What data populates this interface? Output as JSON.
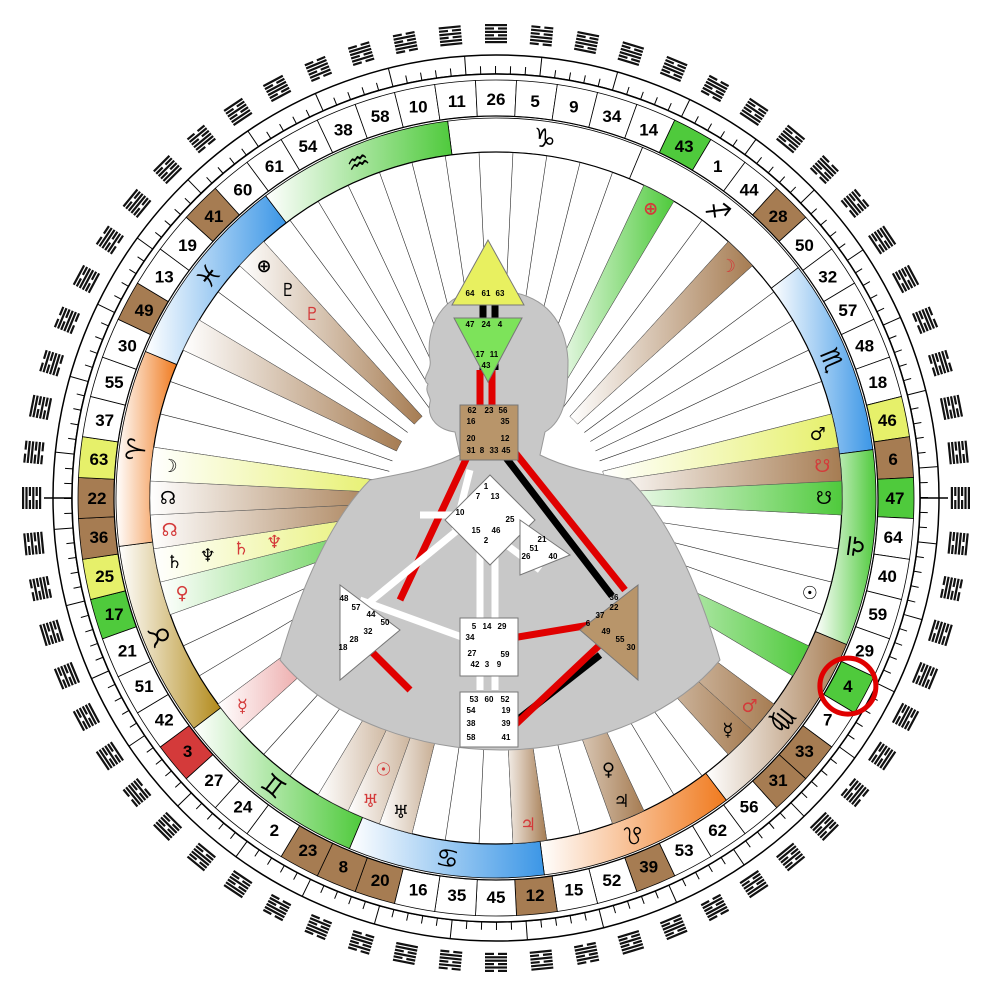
{
  "colors": {
    "green": "#4fca3c",
    "yellow": "#e6f06a",
    "blue": "#3b96e6",
    "orange": "#f07a1e",
    "tan": "#a67c52",
    "red": "#d43a3a",
    "brown_ochre": "#b28a1a",
    "conscious_red": "#e00000",
    "design_black": "#000000",
    "defined_channel_red": "#e00000",
    "highlight_circle": "#e00000",
    "center_tan": "#b8956a",
    "center_green": "#7de35a",
    "center_yellow": "#e8f060",
    "body_gray": "#c8c8c8",
    "gate_dot": "#5b2d8e"
  },
  "wheel": {
    "gates": [
      {
        "gate": "10",
        "color": "white"
      },
      {
        "gate": "11",
        "color": "white"
      },
      {
        "gate": "26",
        "color": "white"
      },
      {
        "gate": "5",
        "color": "white"
      },
      {
        "gate": "9",
        "color": "white"
      },
      {
        "gate": "34",
        "color": "white"
      },
      {
        "gate": "14",
        "color": "white"
      },
      {
        "gate": "43",
        "color": "green"
      },
      {
        "gate": "1",
        "color": "white"
      },
      {
        "gate": "44",
        "color": "white"
      },
      {
        "gate": "28",
        "color": "tan"
      },
      {
        "gate": "50",
        "color": "white"
      },
      {
        "gate": "32",
        "color": "white"
      },
      {
        "gate": "57",
        "color": "white"
      },
      {
        "gate": "48",
        "color": "white"
      },
      {
        "gate": "18",
        "color": "white"
      },
      {
        "gate": "46",
        "color": "yellow"
      },
      {
        "gate": "6",
        "color": "tan"
      },
      {
        "gate": "47",
        "color": "green"
      },
      {
        "gate": "64",
        "color": "white"
      },
      {
        "gate": "40",
        "color": "white"
      },
      {
        "gate": "59",
        "color": "white"
      },
      {
        "gate": "29",
        "color": "white"
      },
      {
        "gate": "4",
        "color": "green"
      },
      {
        "gate": "7",
        "color": "white"
      },
      {
        "gate": "33",
        "color": "tan"
      },
      {
        "gate": "31",
        "color": "tan"
      },
      {
        "gate": "56",
        "color": "white"
      },
      {
        "gate": "62",
        "color": "white"
      },
      {
        "gate": "53",
        "color": "white"
      },
      {
        "gate": "39",
        "color": "tan"
      },
      {
        "gate": "52",
        "color": "white"
      },
      {
        "gate": "15",
        "color": "white"
      },
      {
        "gate": "12",
        "color": "tan"
      },
      {
        "gate": "45",
        "color": "white"
      },
      {
        "gate": "35",
        "color": "white"
      },
      {
        "gate": "16",
        "color": "white"
      },
      {
        "gate": "20",
        "color": "tan"
      },
      {
        "gate": "8",
        "color": "tan"
      },
      {
        "gate": "23",
        "color": "tan"
      },
      {
        "gate": "2",
        "color": "white"
      },
      {
        "gate": "24",
        "color": "white"
      },
      {
        "gate": "27",
        "color": "white"
      },
      {
        "gate": "3",
        "color": "red"
      },
      {
        "gate": "42",
        "color": "white"
      },
      {
        "gate": "51",
        "color": "white"
      },
      {
        "gate": "21",
        "color": "white"
      },
      {
        "gate": "17",
        "color": "green"
      },
      {
        "gate": "25",
        "color": "yellow"
      },
      {
        "gate": "36",
        "color": "tan"
      },
      {
        "gate": "22",
        "color": "tan"
      },
      {
        "gate": "63",
        "color": "yellow"
      },
      {
        "gate": "37",
        "color": "white"
      },
      {
        "gate": "55",
        "color": "white"
      },
      {
        "gate": "30",
        "color": "white"
      },
      {
        "gate": "49",
        "color": "tan"
      },
      {
        "gate": "13",
        "color": "white"
      },
      {
        "gate": "19",
        "color": "white"
      },
      {
        "gate": "41",
        "color": "tan"
      },
      {
        "gate": "60",
        "color": "white"
      },
      {
        "gate": "61",
        "color": "white"
      },
      {
        "gate": "54",
        "color": "white"
      },
      {
        "gate": "38",
        "color": "white"
      },
      {
        "gate": "58",
        "color": "white"
      }
    ],
    "signs": [
      {
        "glyph": "♑",
        "color": "white"
      },
      {
        "glyph": "♐",
        "color": "white"
      },
      {
        "glyph": "♏",
        "color": "blue"
      },
      {
        "glyph": "♎",
        "color": "green"
      },
      {
        "glyph": "♍",
        "color": "tan"
      },
      {
        "glyph": "♌",
        "color": "orange"
      },
      {
        "glyph": "♋",
        "color": "blue"
      },
      {
        "glyph": "♊",
        "color": "green"
      },
      {
        "glyph": "♉",
        "color": "brown_ochre"
      },
      {
        "glyph": "♈",
        "color": "orange"
      },
      {
        "glyph": "♓",
        "color": "blue"
      },
      {
        "glyph": "♒",
        "color": "green"
      }
    ],
    "planets": [
      {
        "glyph": "⊕",
        "gate": "43",
        "color": "red"
      },
      {
        "glyph": "☽",
        "gate": "28",
        "color": "red"
      },
      {
        "glyph": "♂",
        "gate": "46",
        "color": "black"
      },
      {
        "glyph": "☋",
        "gate": "6",
        "color": "red"
      },
      {
        "glyph": "☋",
        "gate": "47",
        "color": "black"
      },
      {
        "glyph": "☉",
        "gate": "59",
        "color": "black"
      },
      {
        "glyph": "♂",
        "gate": "33",
        "color": "red"
      },
      {
        "glyph": "☿",
        "gate": "31",
        "color": "black"
      },
      {
        "glyph": "♃",
        "gate": "39",
        "color": "black"
      },
      {
        "glyph": "♀",
        "gate": "39",
        "color": "black"
      },
      {
        "glyph": "♃",
        "gate": "12",
        "color": "red"
      },
      {
        "glyph": "♅",
        "gate": "20",
        "color": "black"
      },
      {
        "glyph": "♅",
        "gate": "8",
        "color": "red"
      },
      {
        "glyph": "☉",
        "gate": "8",
        "color": "red"
      },
      {
        "glyph": "☿",
        "gate": "3",
        "color": "red"
      },
      {
        "glyph": "♀",
        "gate": "17",
        "color": "red"
      },
      {
        "glyph": "♄",
        "gate": "25",
        "color": "black"
      },
      {
        "glyph": "♆",
        "gate": "25",
        "color": "black"
      },
      {
        "glyph": "♄",
        "gate": "25",
        "color": "red"
      },
      {
        "glyph": "♆",
        "gate": "25",
        "color": "red"
      },
      {
        "glyph": "☊",
        "gate": "36",
        "color": "red"
      },
      {
        "glyph": "☊",
        "gate": "22",
        "color": "black"
      },
      {
        "glyph": "☽",
        "gate": "63",
        "color": "black"
      },
      {
        "glyph": "⊕",
        "gate": "41",
        "color": "black"
      },
      {
        "glyph": "♇",
        "gate": "41",
        "color": "black"
      },
      {
        "glyph": "♇",
        "gate": "41",
        "color": "red"
      }
    ],
    "highlighted_gate": "4"
  },
  "bodygraph": {
    "centers": [
      {
        "name": "head",
        "color": "yellow",
        "gates": [
          "64",
          "61",
          "63"
        ]
      },
      {
        "name": "ajna",
        "color": "green",
        "gates": [
          "47",
          "24",
          "4",
          "17",
          "11",
          "43"
        ]
      },
      {
        "name": "throat",
        "color": "tan",
        "gates": [
          "62",
          "23",
          "56",
          "16",
          "35",
          "20",
          "12",
          "31",
          "8",
          "33",
          "45"
        ]
      },
      {
        "name": "g",
        "color": "white",
        "gates": [
          "1",
          "7",
          "13",
          "10",
          "25",
          "15",
          "46",
          "2"
        ]
      },
      {
        "name": "heart",
        "color": "white",
        "gates": [
          "21",
          "51",
          "26",
          "40"
        ]
      },
      {
        "name": "spleen",
        "color": "white",
        "gates": [
          "48",
          "57",
          "44",
          "50",
          "32",
          "28",
          "18"
        ]
      },
      {
        "name": "sacral",
        "color": "white",
        "gates": [
          "5",
          "14",
          "29",
          "34",
          "27",
          "42",
          "3",
          "59",
          "9"
        ]
      },
      {
        "name": "solar-plexus",
        "color": "tan",
        "gates": [
          "36",
          "22",
          "37",
          "6",
          "49",
          "55",
          "30"
        ]
      },
      {
        "name": "root",
        "color": "white",
        "gates": [
          "53",
          "60",
          "52",
          "54",
          "19",
          "38",
          "39",
          "58",
          "41"
        ]
      }
    ]
  }
}
